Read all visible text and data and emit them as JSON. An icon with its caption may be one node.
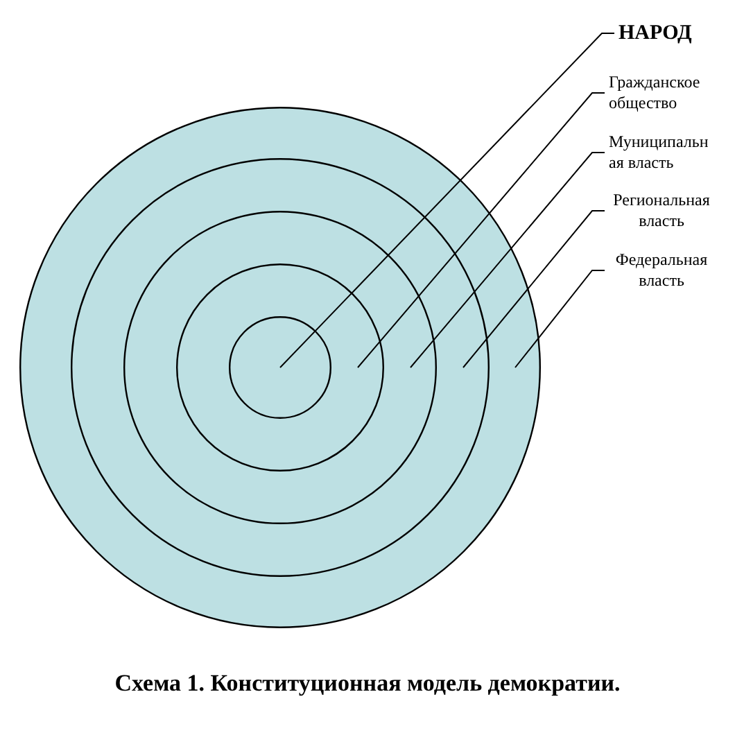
{
  "diagram": {
    "caption": "Схема 1. Конституционная модель демократии.",
    "nodes": [
      {
        "text": [],
        "shape": "circle"
      },
      {
        "text": [],
        "shape": "circle",
        "in": 0
      },
      {
        "text": [],
        "shape": "circle",
        "in": 1
      },
      {
        "text": [],
        "shape": "circle",
        "in": 2
      },
      {
        "text": [],
        "shape": "circle",
        "in": 3
      },
      {
        "text": [
          "НАРОД"
        ]
      },
      {
        "text": [
          "Гражданское общество"
        ]
      },
      {
        "text": [
          "Муниципальная власть"
        ]
      },
      {
        "text": [
          "Региональная власть"
        ]
      },
      {
        "text": [
          "Федеральная власть"
        ]
      }
    ],
    "edges": [
      {
        "from": 5,
        "to": 4,
        "arrow": "none"
      },
      {
        "from": 6,
        "to": 3,
        "arrow": "none"
      },
      {
        "from": 7,
        "to": 2,
        "arrow": "none"
      },
      {
        "from": 8,
        "to": 1,
        "arrow": "none"
      },
      {
        "from": 9,
        "to": 0,
        "arrow": "none"
      }
    ]
  }
}
